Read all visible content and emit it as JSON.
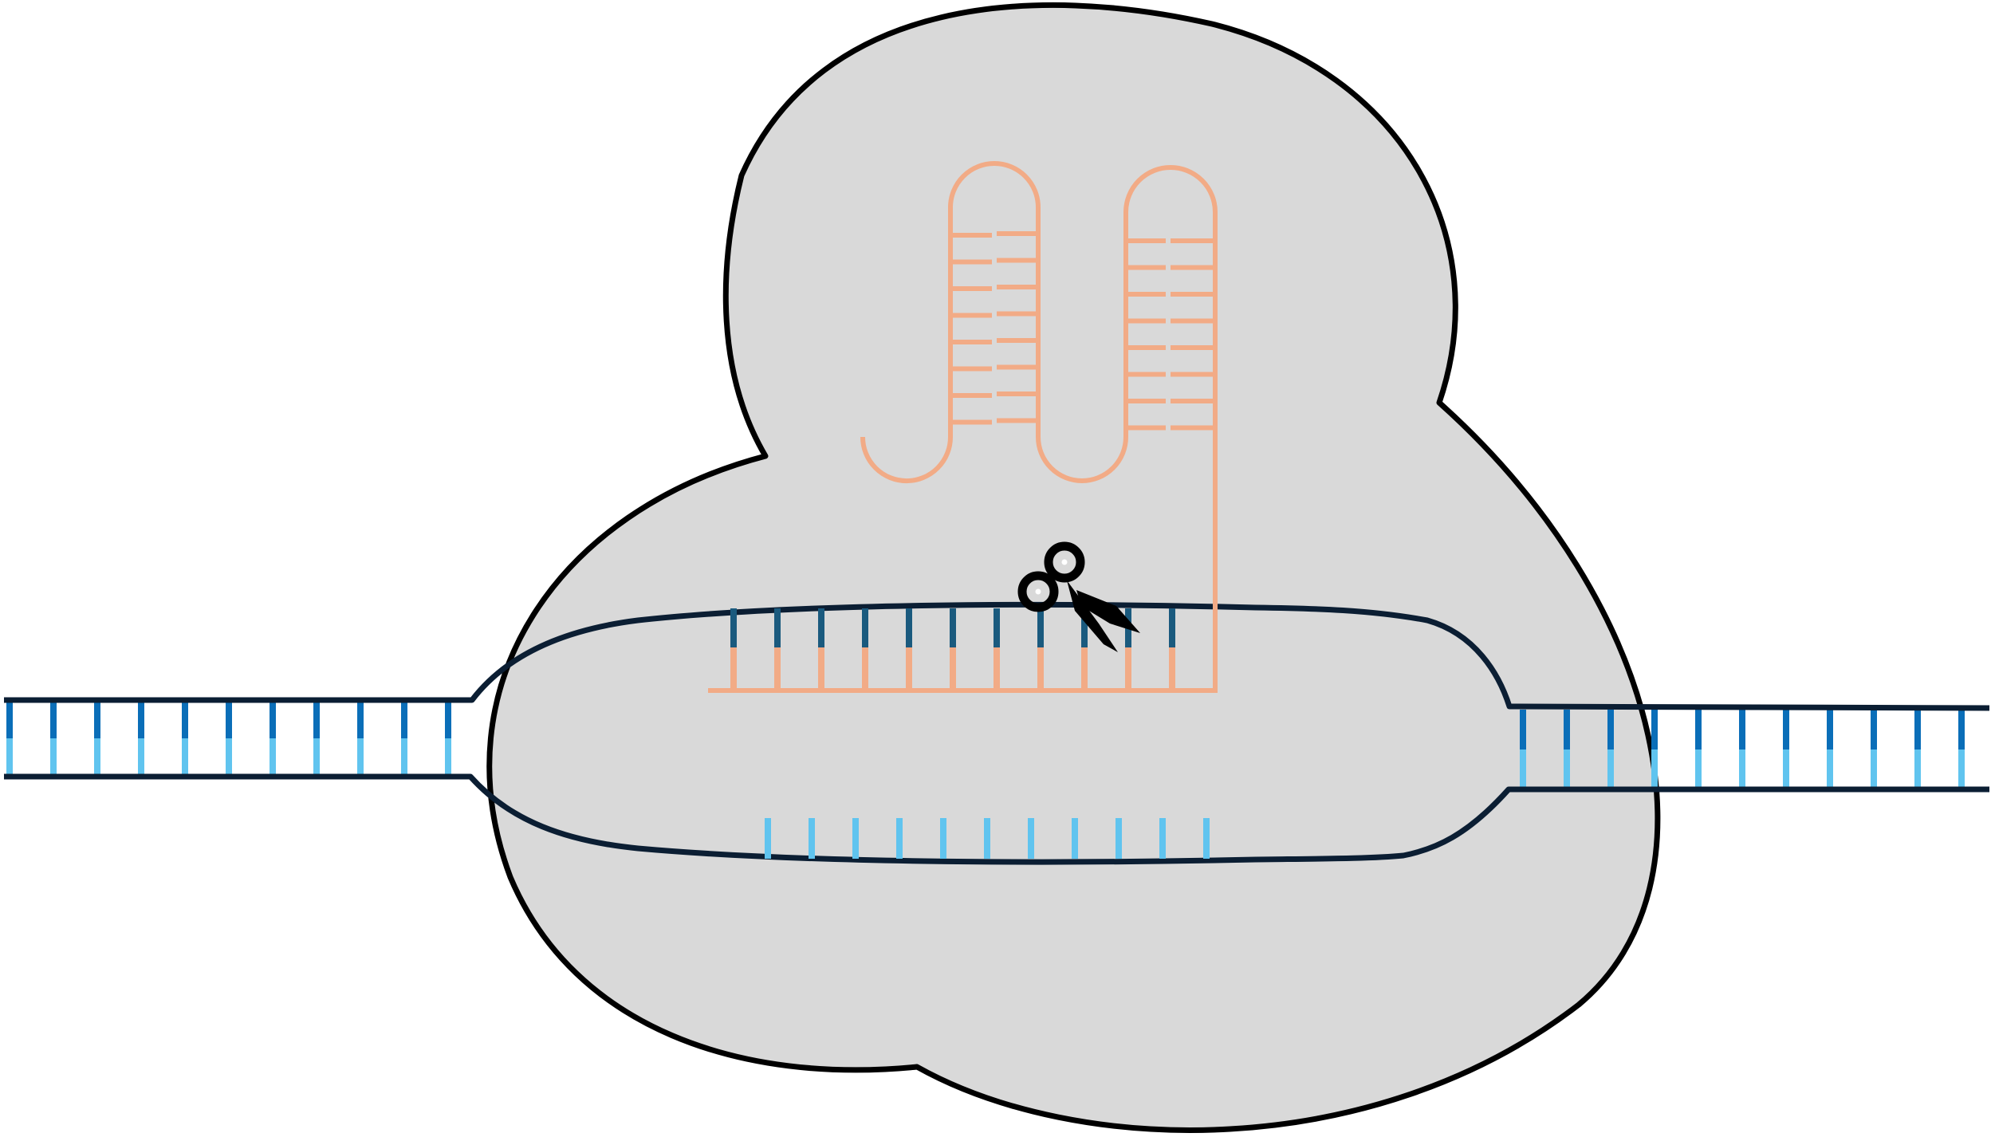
{
  "colors": {
    "background": "#ffffff",
    "protein_fill": "#d9d9d9",
    "outline": "#000000",
    "dna_backbone": "#0b1e33",
    "base_dark": "#0a6eb8",
    "base_light": "#60c4ef",
    "target_base_dark": "#1a5a7e",
    "guide_rna": "#f2ab86",
    "scissors": "#000000"
  },
  "elements": {
    "protein": "cas9-protein",
    "dna_left": "dna-duplex-left",
    "dna_right": "dna-duplex-right",
    "target_strand": "target-strand",
    "non_target_strand": "non-target-strand",
    "guide_rna": "guide-rna",
    "scissors": "scissors-icon"
  }
}
